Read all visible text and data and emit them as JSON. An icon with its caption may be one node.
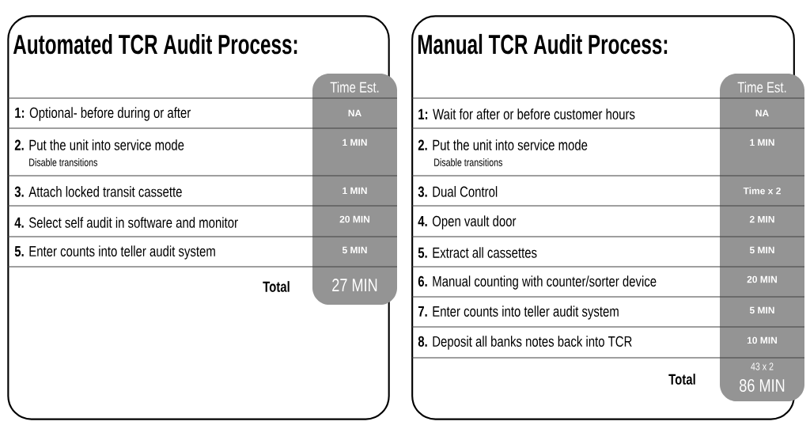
{
  "diagram": {
    "nodes": [
      {
        "text": [
          "Automated TCR Audit Process:"
        ]
      },
      {
        "text": [
          "Time Est.",
          "NA",
          "1 MIN",
          "1 MIN",
          "20 MIN",
          "5 MIN",
          "27 MIN"
        ],
        "in": 0
      },
      {
        "text": [
          "Manual TCR Audit Process:"
        ]
      },
      {
        "text": [
          "Time Est.",
          "NA",
          "1 MIN",
          "Time x 2",
          "2 MIN",
          "5 MIN",
          "20 MIN",
          "5 MIN",
          "10 MIN",
          "43 x 2",
          "86 MIN"
        ],
        "in": 2
      }
    ],
    "labels": [
      "**1:** Optional- before during or after",
      "**2.** Put the unit into service mode",
      "Disable transitions",
      "**3.** Attach locked transit cassette",
      "**4.** Select self audit in software and monitor",
      "**5.** Enter counts into teller audit system",
      "Total",
      "**1:** Wait for after or before customer hours",
      "**2.** Put the unit into service mode",
      "Disable transitions",
      "**3.** Dual Control",
      "**4.** Open vault door",
      "**5.** Extract all cassettes",
      "**6.** Manual counting with counter/sorter device",
      "**7.** Enter counts into teller audit system",
      "**8.** Deposit all banks notes back into TCR",
      "Total"
    ]
  }
}
